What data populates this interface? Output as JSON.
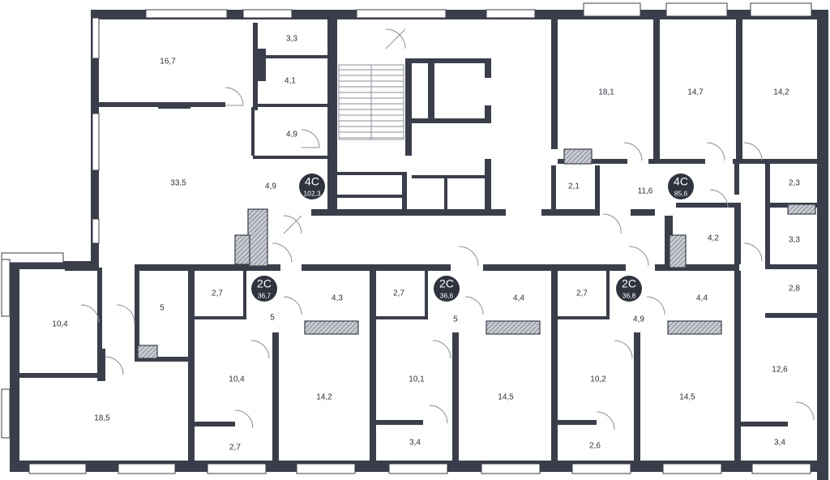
{
  "colors": {
    "wall": "#3a3e4a",
    "floor": "#ffffff",
    "badge": "#2f333e",
    "hatch": "#8b8f99"
  },
  "apartments": [
    {
      "type": "4C",
      "area": "102,3"
    },
    {
      "type": "4C",
      "area": "85,6"
    },
    {
      "type": "2C",
      "area": "36,7"
    },
    {
      "type": "2C",
      "area": "36,6"
    },
    {
      "type": "2C",
      "area": "36,8"
    }
  ],
  "rooms": [
    "16,7",
    "3,3",
    "4,1",
    "4,9",
    "33,5",
    "4,9",
    "10,4",
    "5",
    "18,5",
    "2,7",
    "5",
    "4,3",
    "10,4",
    "14,2",
    "2,7",
    "2,7",
    "5",
    "4,4",
    "10,1",
    "14,5",
    "3,4",
    "2,7",
    "4,9",
    "4,4",
    "10,2",
    "14,5",
    "2,6",
    "18,1",
    "14,7",
    "14,2",
    "2,1",
    "11,6",
    "2,3",
    "4,2",
    "3,3",
    "2,8",
    "12,6",
    "3,4"
  ]
}
